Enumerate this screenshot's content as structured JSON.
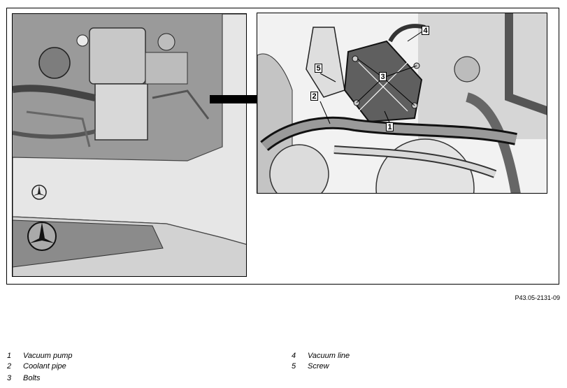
{
  "figure_id": "P43.05-2131-09",
  "callouts": [
    "1",
    "2",
    "3",
    "4",
    "5"
  ],
  "legend": [
    {
      "num": "1",
      "label": "Vacuum pump"
    },
    {
      "num": "2",
      "label": "Coolant pipe"
    },
    {
      "num": "3",
      "label": "Bolts"
    },
    {
      "num": "4",
      "label": "Vacuum line"
    },
    {
      "num": "5",
      "label": "Screw"
    }
  ],
  "icons": {
    "overview": "car-front-engine-bay-illustration",
    "detail": "vacuum-pump-detail-illustration",
    "emblem": "star-emblem-icon"
  }
}
